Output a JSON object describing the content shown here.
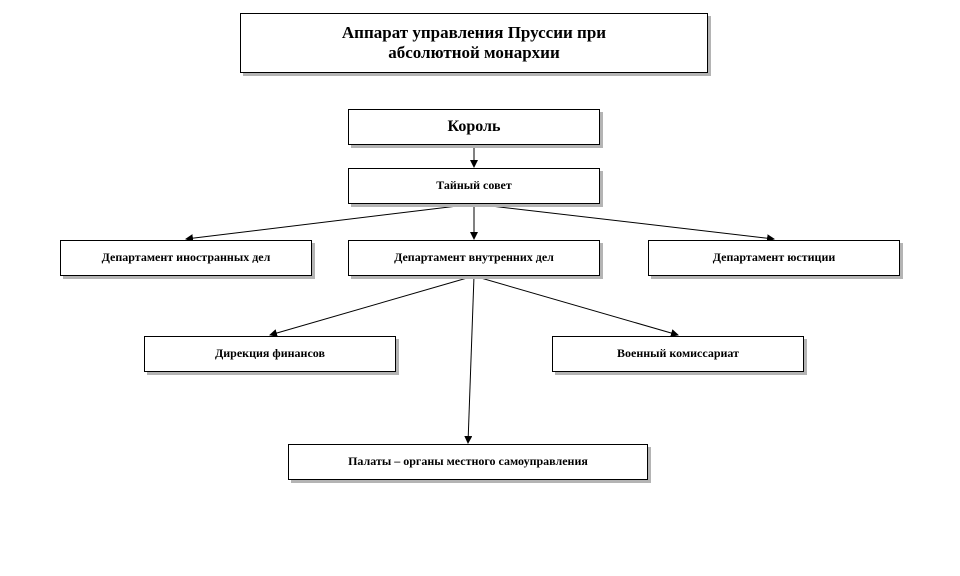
{
  "title": {
    "line1": "Аппарат управления Пруссии при",
    "line2": "абсолютной монархии"
  },
  "nodes": {
    "king": "Король",
    "privy_council": "Тайный совет",
    "foreign_affairs": "Департамент иностранных дел",
    "internal_affairs": "Департамент внутренних дел",
    "justice": "Департамент юстиции",
    "finance": "Дирекция финансов",
    "military": "Военный комиссариат",
    "chambers": "Палаты – органы местного самоуправления"
  },
  "edges": [
    {
      "from": "king",
      "to": "privy_council"
    },
    {
      "from": "privy_council",
      "to": "foreign_affairs"
    },
    {
      "from": "privy_council",
      "to": "internal_affairs"
    },
    {
      "from": "privy_council",
      "to": "justice"
    },
    {
      "from": "internal_affairs",
      "to": "finance"
    },
    {
      "from": "internal_affairs",
      "to": "military"
    },
    {
      "from": "internal_affairs",
      "to": "chambers"
    }
  ],
  "colors": {
    "line": "#000000",
    "border": "#000000",
    "shadow": "#b4b4b4"
  }
}
